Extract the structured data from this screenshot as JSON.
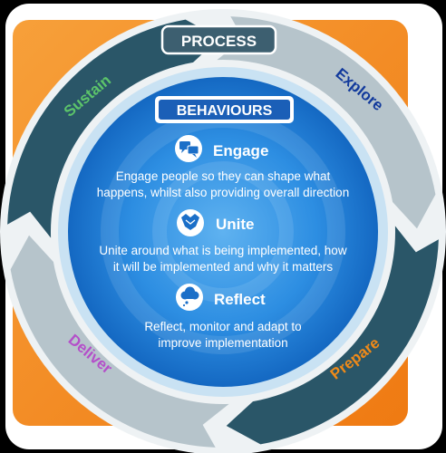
{
  "process": {
    "title": "PROCESS",
    "stages": [
      {
        "label": "Sustain",
        "color": "#5cc46a"
      },
      {
        "label": "Explore",
        "color": "#123a9c"
      },
      {
        "label": "Prepare",
        "color": "#f08a18"
      },
      {
        "label": "Deliver",
        "color": "#b44fc9"
      }
    ]
  },
  "behaviours": {
    "title": "BEHAVIOURS",
    "items": [
      {
        "icon": "speech-bubbles-icon",
        "title": "Engage",
        "lines": [
          "Engage people so they can shape what",
          "happens, whilst also providing overall direction"
        ]
      },
      {
        "icon": "handshake-icon",
        "title": "Unite",
        "lines": [
          "Unite around what is being implemented, how",
          "it will be implemented and why it matters"
        ]
      },
      {
        "icon": "thought-cloud-icon",
        "title": "Reflect",
        "lines": [
          "Reflect, monitor and adapt to",
          "improve implementation"
        ]
      }
    ]
  },
  "colors": {
    "orange_backdrop": "#f58a22",
    "white_frame": "#ffffff",
    "ring_dark": "#2a5668",
    "ring_light": "#b6c4cb",
    "core_blue": "#1f7fd6",
    "label_navy": "#143d92"
  }
}
